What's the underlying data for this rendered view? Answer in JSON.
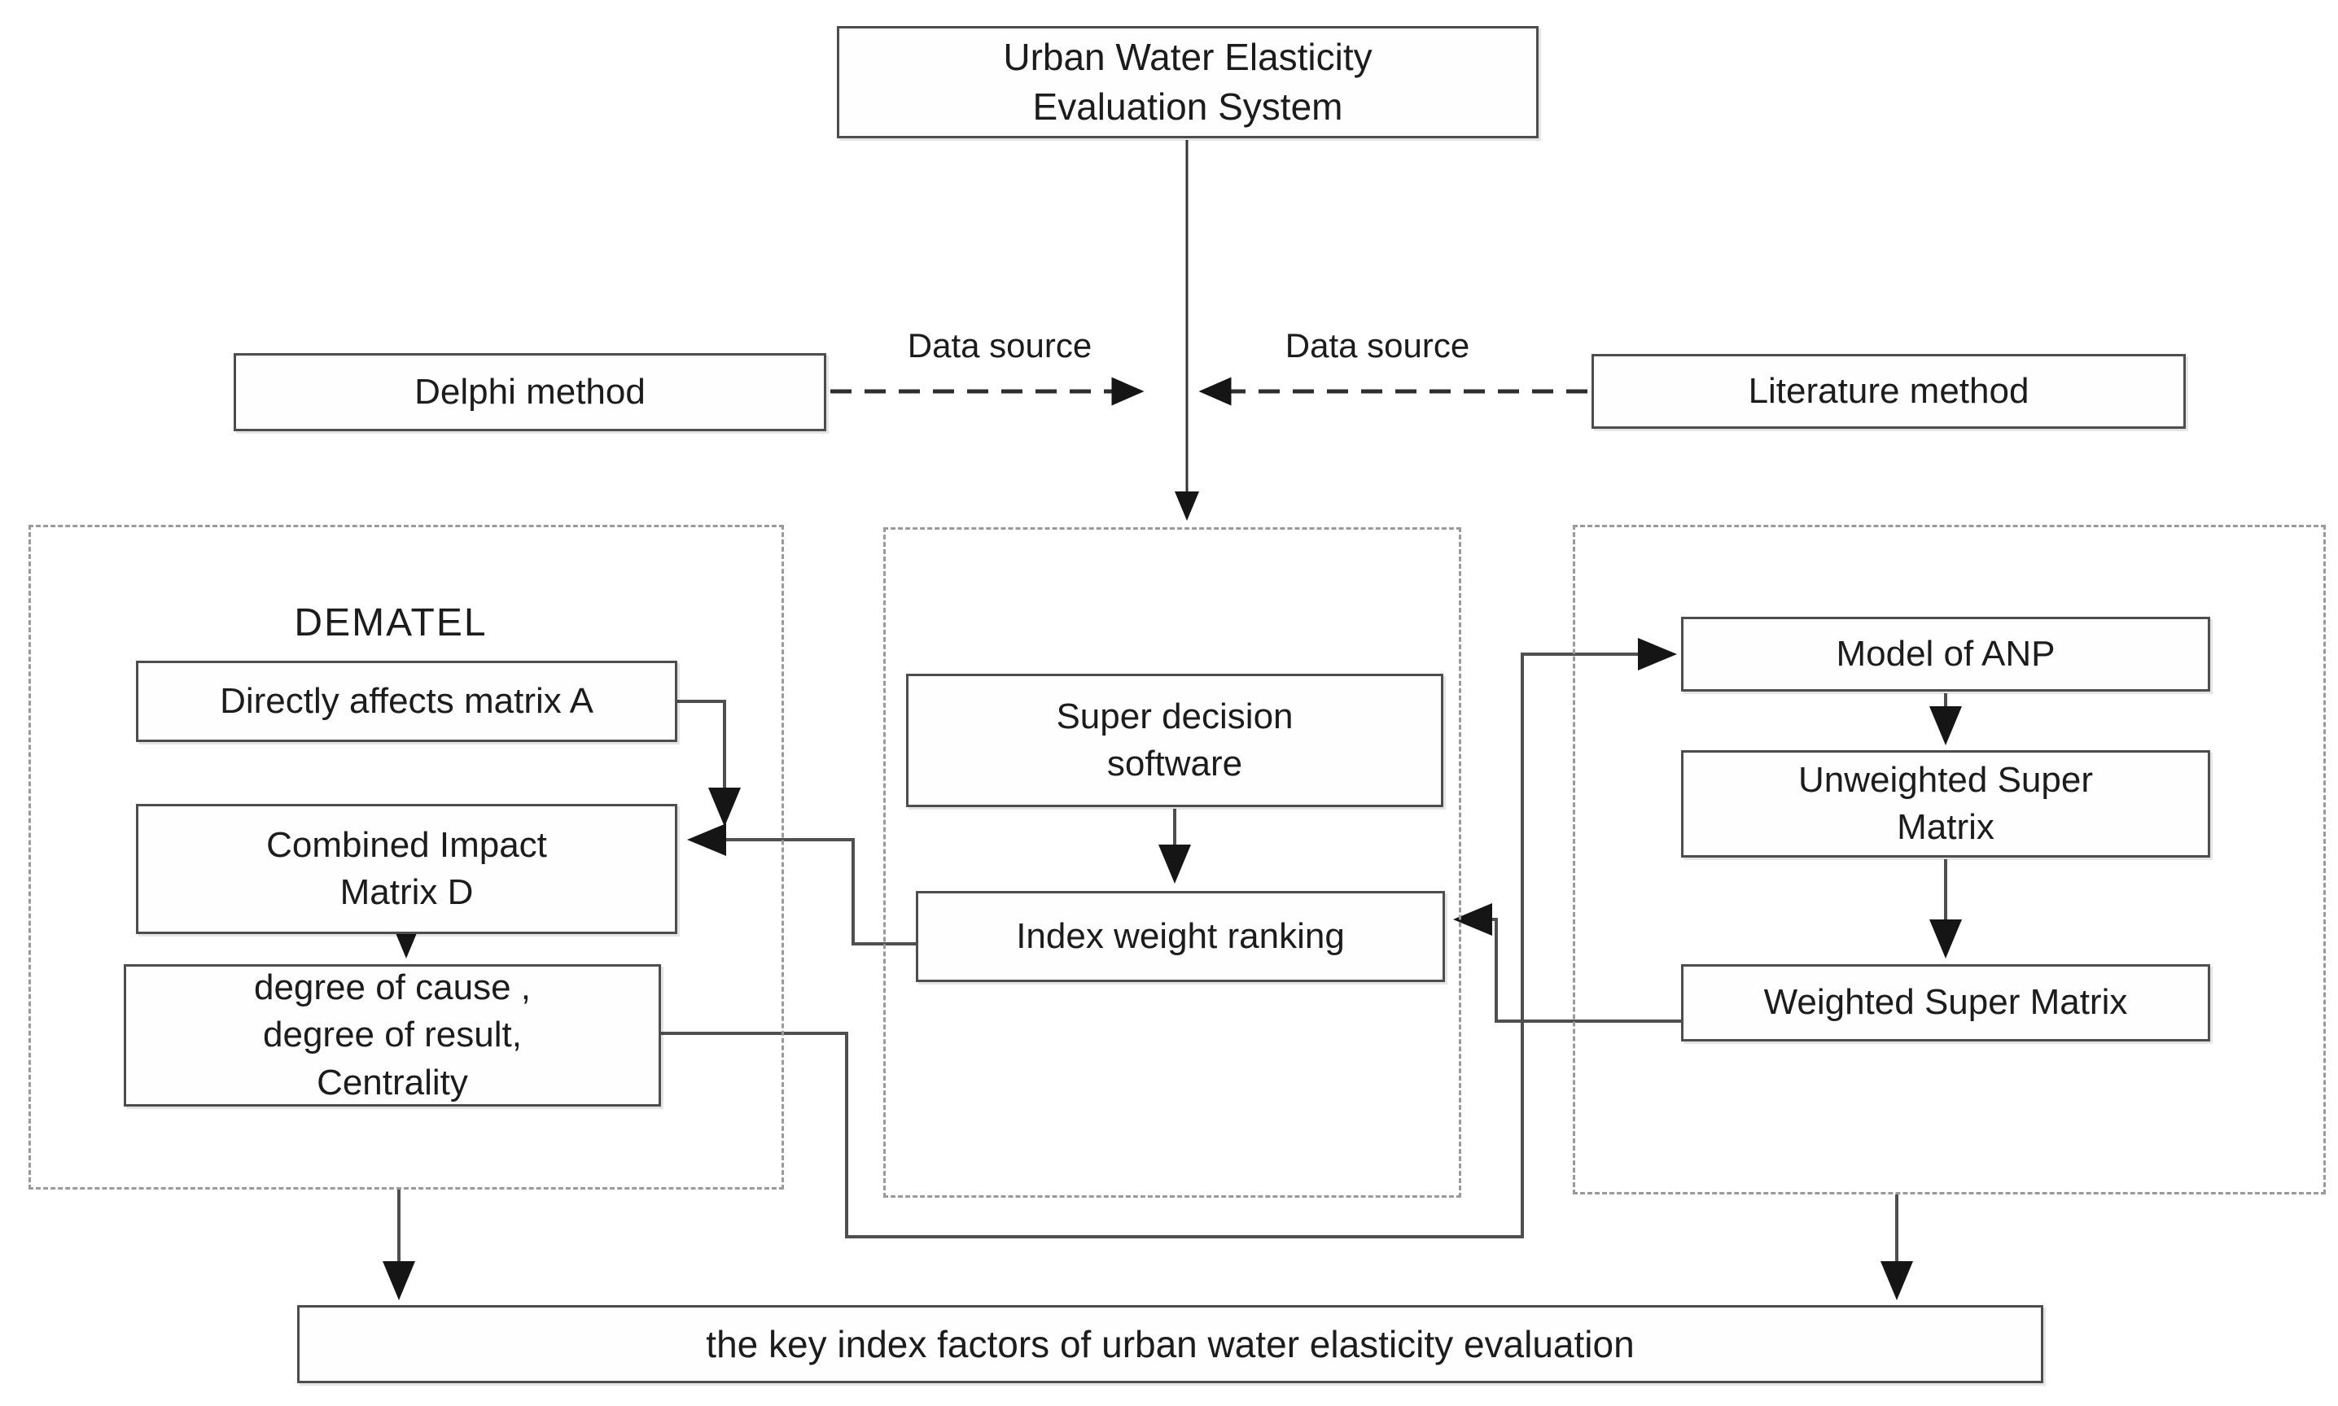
{
  "meta": {
    "kind": "flowchart",
    "title": "Urban Water Elasticity Evaluation System"
  },
  "nodes": {
    "title": {
      "label": "Urban Water Elasticity\nEvaluation System"
    },
    "delphi": {
      "label": "Delphi method"
    },
    "literature": {
      "label": "Literature method"
    },
    "data_source_left": {
      "label": "Data source"
    },
    "data_source_right": {
      "label": "Data source"
    },
    "dematel": {
      "label": "DEMATEL"
    },
    "directly_affects": {
      "label": "Directly affects matrix A"
    },
    "combined_impact": {
      "label": "Combined Impact\nMatrix D"
    },
    "degree": {
      "label": "degree of cause ,\ndegree of result,\nCentrality"
    },
    "super_decision": {
      "label": "Super decision\nsoftware"
    },
    "index_weight": {
      "label": "Index weight ranking"
    },
    "model_anp": {
      "label": "Model of ANP"
    },
    "unweighted_super": {
      "label": "Unweighted Super\nMatrix"
    },
    "weighted_super": {
      "label": "Weighted Super Matrix"
    },
    "key_index": {
      "label": "the key index factors of urban water elasticity evaluation"
    }
  },
  "colors": {
    "box_border": "#4d4d4d",
    "container_border": "#9a9a9a",
    "line": "#4f4f4f",
    "dashed_line": "#2e2e2e",
    "arrow": "#151515",
    "text": "#1c1c1c",
    "box_fill": "#fefefe",
    "page_bg": "#ffffff"
  }
}
